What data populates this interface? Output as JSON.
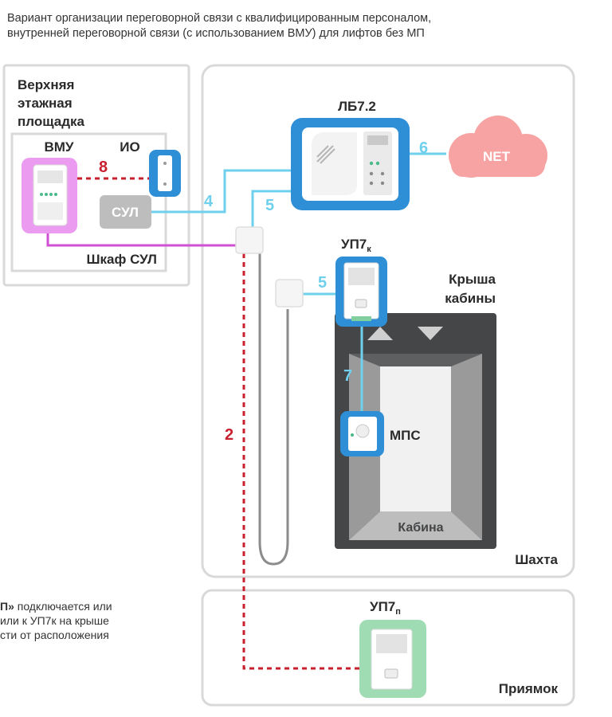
{
  "caption": {
    "line1": "Вариант организации переговорной связи с квалифицированным персоналом,",
    "line2": "внутренней переговорной связи (с использованием ВМУ) для лифтов без МП"
  },
  "zones": {
    "top_floor_1": "Верхняя",
    "top_floor_2": "этажная",
    "top_floor_3": "площадка",
    "cabinet": "Шкаф СУЛ",
    "shaft": "Шахта",
    "pit": "Приямок",
    "roof_1": "Крыша",
    "roof_2": "кабины",
    "cabin": "Кабина"
  },
  "devices": {
    "vmu": "ВМУ",
    "io": "ИО",
    "sul": "СУЛ",
    "lb": "ЛБ7.2",
    "net": "NET",
    "up7k_base": "УП7",
    "up7k_sub": "к",
    "up7p_base": "УП7",
    "up7p_sub": "п",
    "mps": "МПС"
  },
  "connections": {
    "n2": "2",
    "n4": "4",
    "n5a": "5",
    "n5b": "5",
    "n6": "6",
    "n7": "7",
    "n8": "8"
  },
  "note": {
    "line1_bold": "П»",
    "line1_rest": " подключается или",
    "line2": "или к УП7к на крыше",
    "line3": "сти от расположения"
  },
  "colors": {
    "blue": "#2e8fd6",
    "cyan_line": "#6fd0ee",
    "magenta": "#d14fd1",
    "red_dashed": "#c8202e",
    "pink_net": "#f7a3a3",
    "green_glow": "#9fdcb4",
    "violet_glow": "#ec9cf0",
    "dark_shaft": "#444648"
  }
}
